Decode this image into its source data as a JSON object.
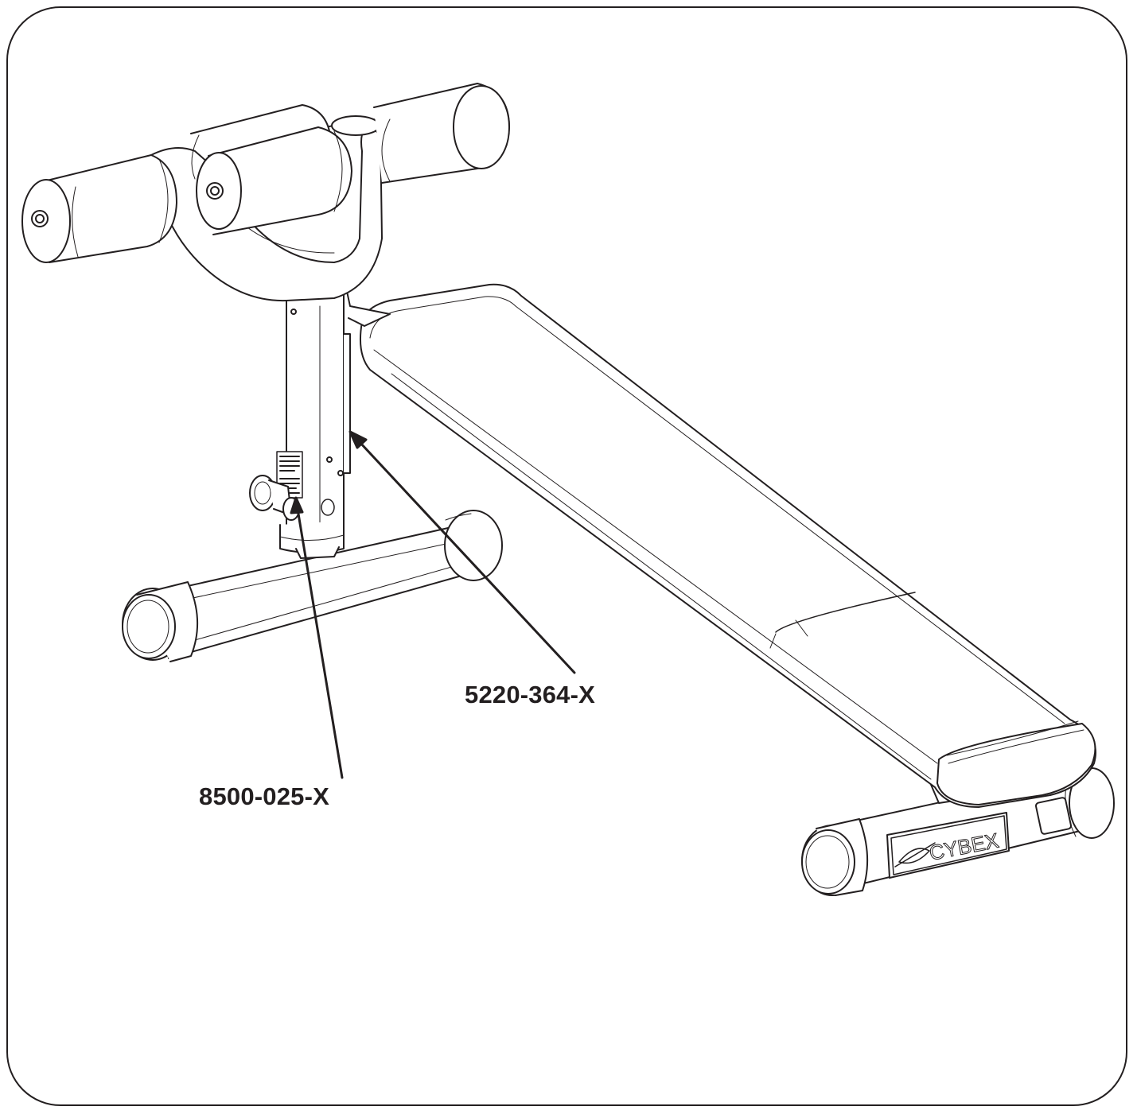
{
  "figure": {
    "callouts": [
      {
        "part_number": "5220-364-X"
      },
      {
        "part_number": "8500-025-X"
      }
    ],
    "brand_logo": "CYBEX",
    "colors": {
      "line": "#231f20",
      "background": "#ffffff",
      "shade": "#f2f2f2"
    }
  }
}
